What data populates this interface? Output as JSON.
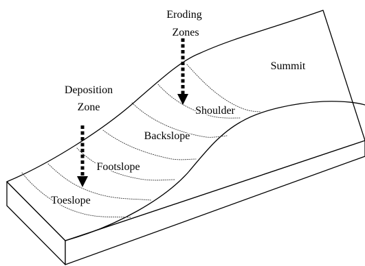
{
  "labels": {
    "eroding_line1": "Eroding",
    "eroding_line2": "Zones",
    "deposition_line1": "Deposition",
    "deposition_line2": "Zone",
    "summit": "Summit",
    "shoulder": "Shoulder",
    "backslope": "Backslope",
    "footslope": "Footslope",
    "toeslope": "Toeslope"
  },
  "arrows": {
    "eroding": "arrow-down",
    "deposition": "arrow-down"
  },
  "colors": {
    "line": "#000000",
    "background": "#ffffff"
  }
}
